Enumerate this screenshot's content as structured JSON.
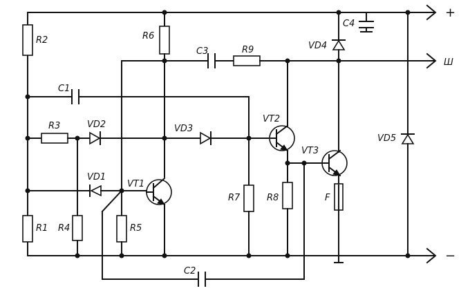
{
  "diagram": {
    "terminals": {
      "plus": "+",
      "minus": "−",
      "signal": "Ш"
    },
    "resistors": [
      "R1",
      "R2",
      "R3",
      "R4",
      "R5",
      "R6",
      "R7",
      "R8",
      "R9"
    ],
    "capacitors": [
      "C1",
      "C2",
      "C3",
      "C4"
    ],
    "diodes": [
      "VD1",
      "VD2",
      "VD3",
      "VD4",
      "VD5"
    ],
    "transistors": [
      "VT1",
      "VT2",
      "VT3"
    ],
    "fuse": "F"
  }
}
